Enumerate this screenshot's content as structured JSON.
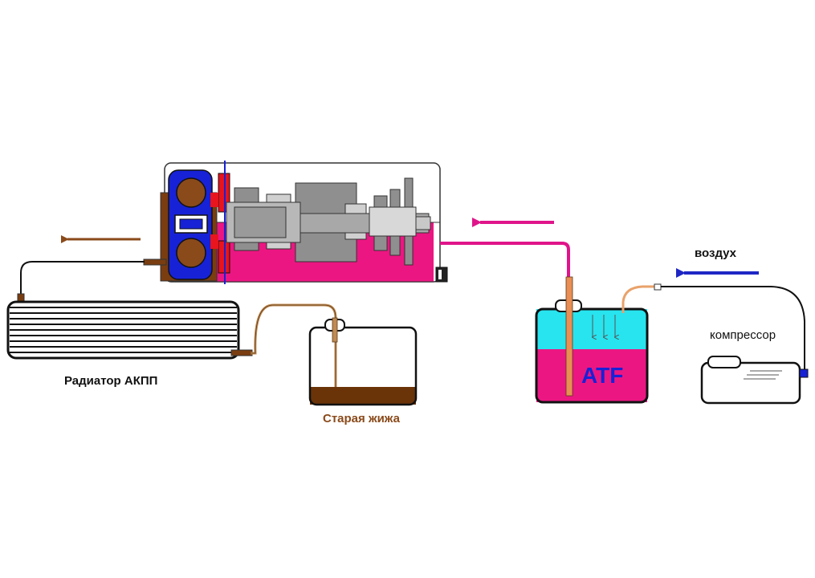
{
  "labels": {
    "radiator": "Радиатор АКПП",
    "old_fluid": "Старая жижа",
    "compressor": "компрессор",
    "air": "воздух",
    "atf": "ATF"
  },
  "colors": {
    "flow_pink": "#e0148a",
    "fluid_pink": "#ec1682",
    "fluid_cyan": "#27e4ef",
    "old_fluid_brown": "#6b3308",
    "arrow_brown": "#8a4a1a",
    "air_arrow_blue": "#1e26c4",
    "converter_blue": "#1722d6",
    "hose_tan": "#c08a52"
  }
}
